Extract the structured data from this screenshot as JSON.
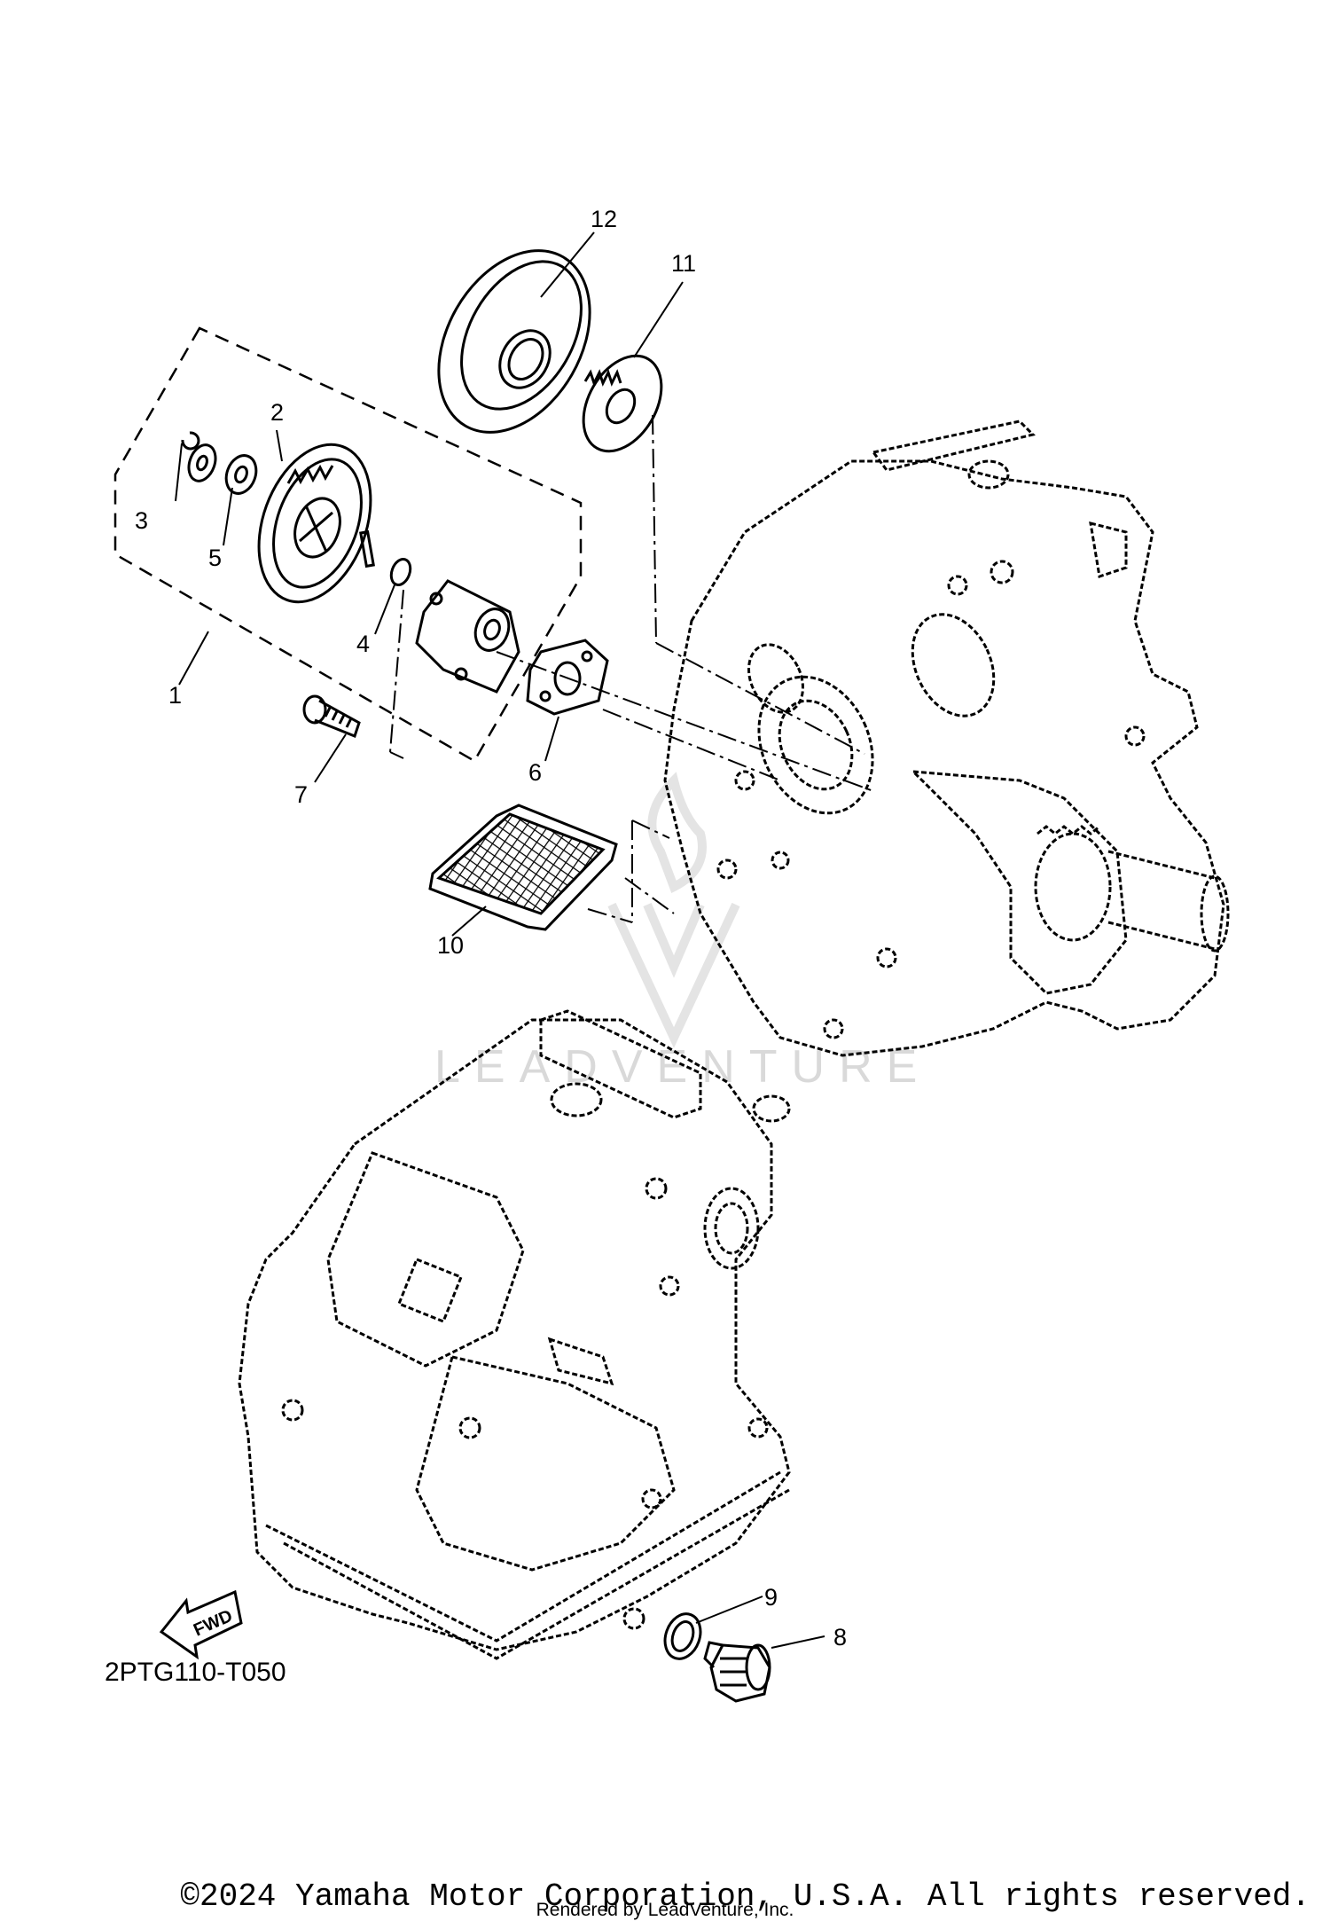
{
  "callouts": {
    "c1": "1",
    "c2": "2",
    "c3": "3",
    "c4": "4",
    "c5": "5",
    "c6": "6",
    "c7": "7",
    "c8": "8",
    "c9": "9",
    "c10": "10",
    "c11": "11",
    "c12": "12"
  },
  "diagram_code": "2PTG110-T050",
  "fwd_label": "FWD",
  "watermark": "LEADVENTURE",
  "copyright": "©2024 Yamaha Motor Corporation, U.S.A. All rights reserved.",
  "rendered_by": "Rendered by LeadVenture, Inc."
}
